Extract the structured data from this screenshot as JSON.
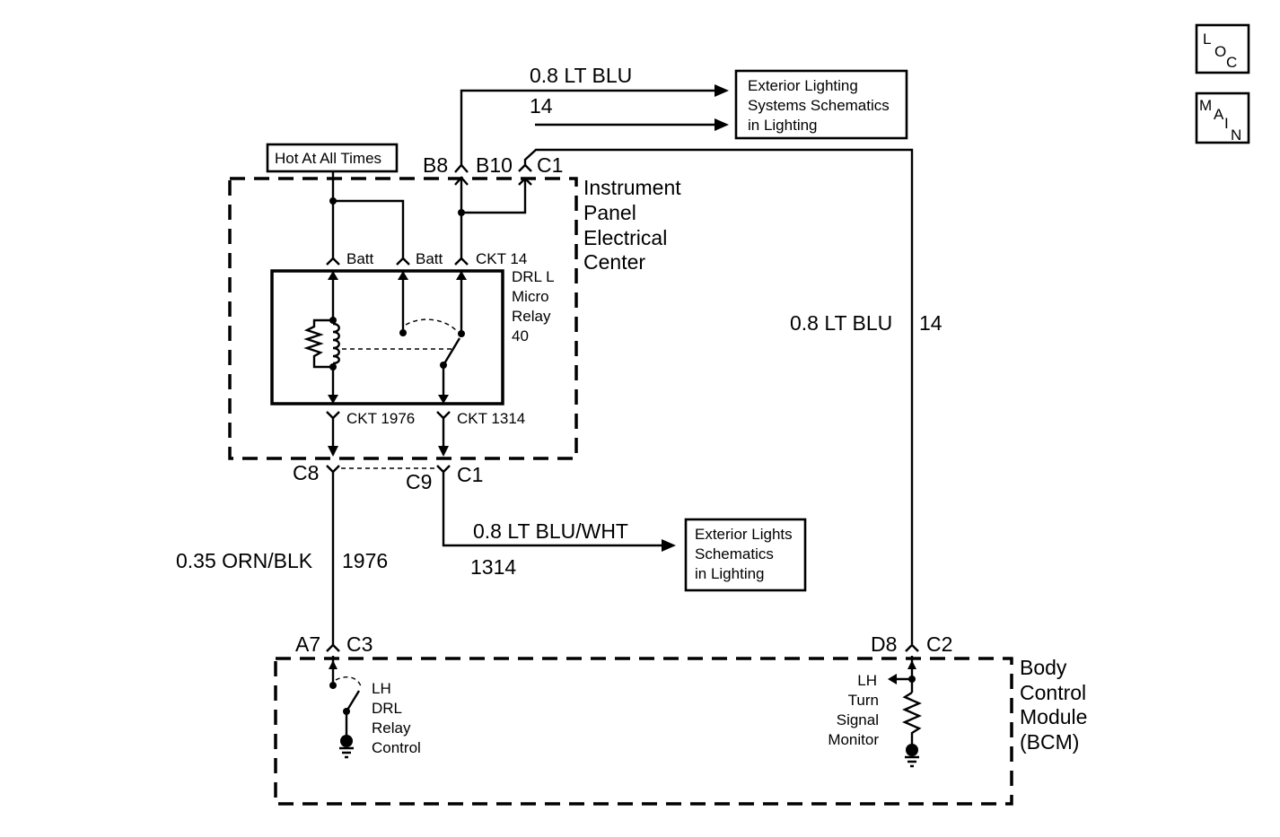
{
  "nav": {
    "loc": {
      "l": "L",
      "o": "O",
      "c": "C"
    },
    "main": {
      "m": "M",
      "a": "A",
      "i": "I",
      "n": "N"
    }
  },
  "hot_label": "Hot At All Times",
  "ipec": {
    "title": [
      "Instrument",
      "Panel",
      "Electrical",
      "Center"
    ],
    "connectors": {
      "b8": "B8",
      "b10": "B10",
      "c1": "C1"
    },
    "terminals": {
      "batt1": "Batt",
      "batt2": "Batt",
      "ckt14": "CKT 14",
      "ckt1976": "CKT 1976",
      "ckt1314": "CKT 1314"
    },
    "relay_label": [
      "DRL L",
      "Micro",
      "Relay",
      "40"
    ],
    "bottom_connectors": {
      "c8": "C8",
      "c9": "C9",
      "c1": "C1"
    }
  },
  "wires": {
    "top_color": "0.8 LT BLU",
    "top_ckt": "14",
    "right_color": "0.8 LT BLU",
    "right_ckt": "14",
    "left_color": "0.35 ORN/BLK",
    "left_ckt": "1976",
    "mid_color": "0.8 LT BLU/WHT",
    "mid_ckt": "1314"
  },
  "ref_boxes": {
    "exterior_lighting": [
      "Exterior Lighting",
      "Systems Schematics",
      "in Lighting"
    ],
    "exterior_lights": [
      "Exterior Lights",
      "Schematics",
      "in Lighting"
    ]
  },
  "bcm": {
    "title": [
      "Body",
      "Control",
      "Module",
      "(BCM)"
    ],
    "connectors": {
      "a7": "A7",
      "c3": "C3",
      "d8": "D8",
      "c2": "C2"
    },
    "drl_label": [
      "LH",
      "DRL",
      "Relay",
      "Control"
    ],
    "turn_label": [
      "LH",
      "Turn",
      "Signal",
      "Monitor"
    ]
  }
}
